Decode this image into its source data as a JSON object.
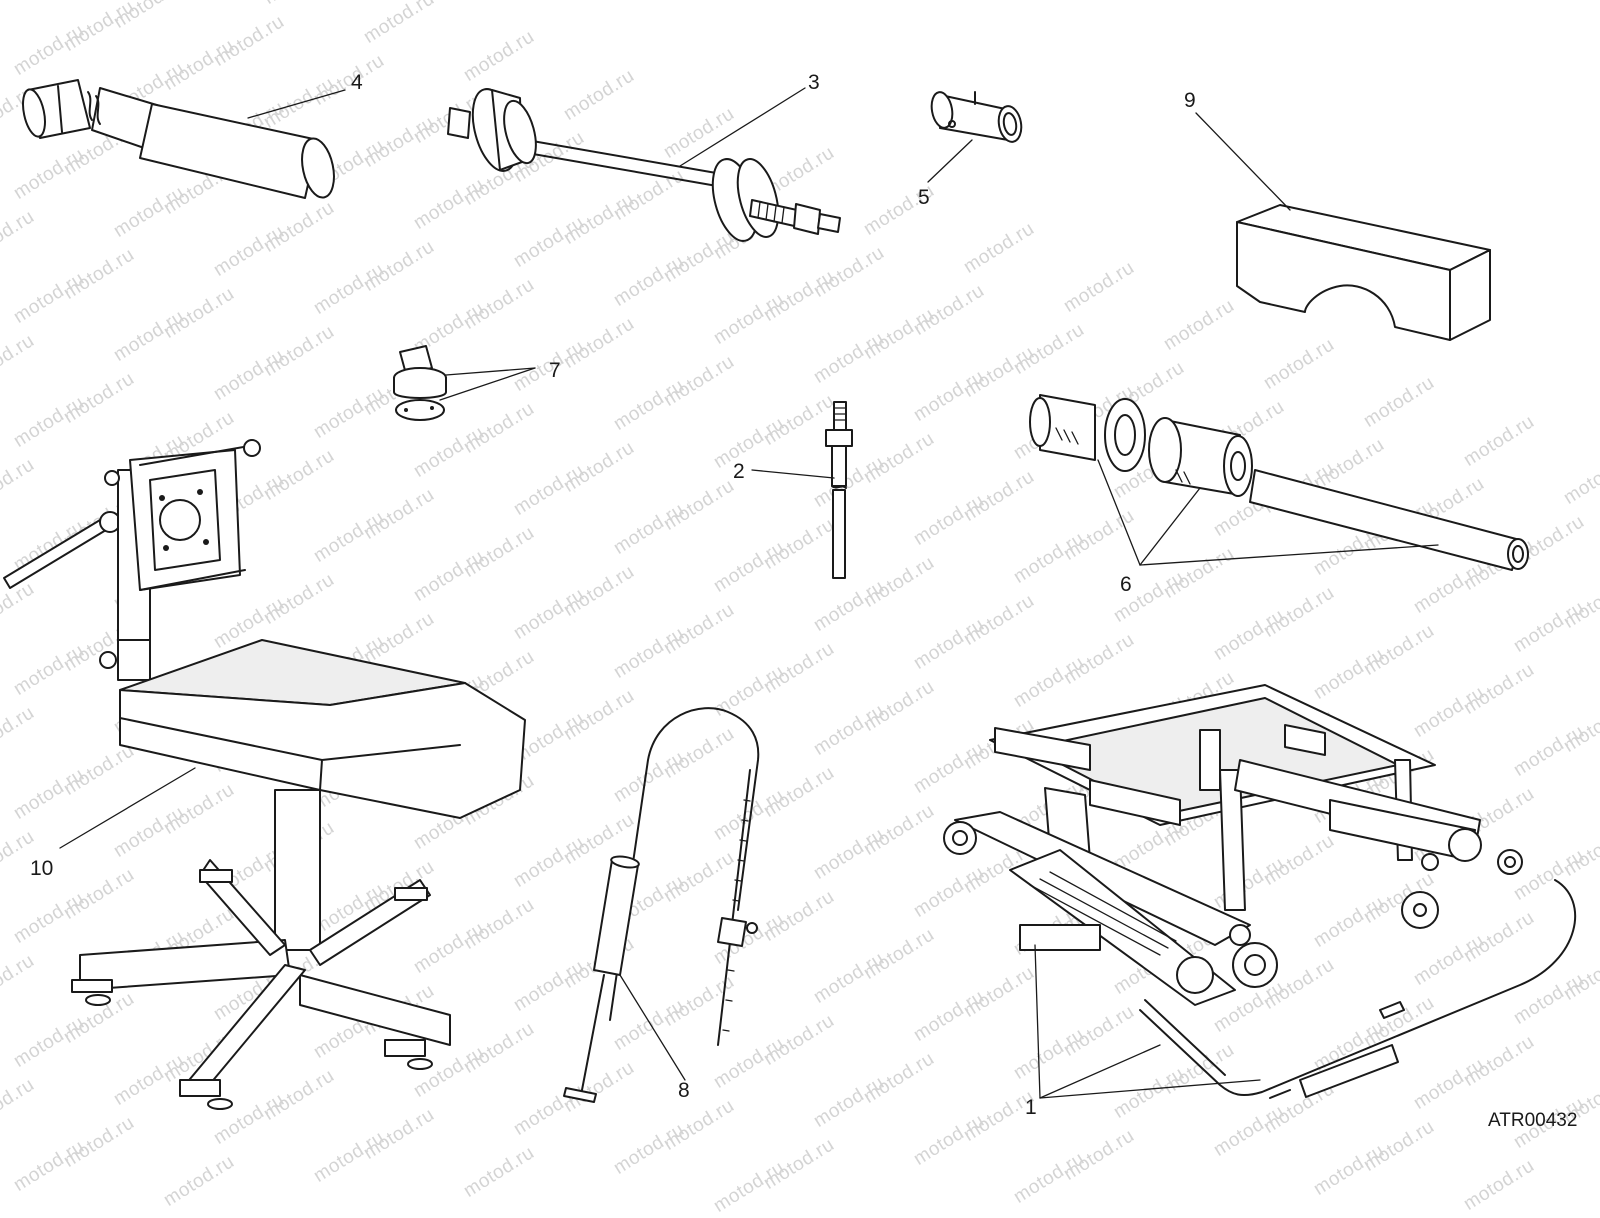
{
  "watermark": "motod.ru",
  "figure_code": "ATR00432",
  "callouts": [
    {
      "id": "4",
      "text": "4"
    },
    {
      "id": "3",
      "text": "3"
    },
    {
      "id": "5",
      "text": "5"
    },
    {
      "id": "9",
      "text": "9"
    },
    {
      "id": "7",
      "text": "7"
    },
    {
      "id": "2",
      "text": "2"
    },
    {
      "id": "6",
      "text": "6"
    },
    {
      "id": "10",
      "text": "10"
    },
    {
      "id": "8",
      "text": "8"
    },
    {
      "id": "1",
      "text": "1"
    }
  ],
  "colors": {
    "ink": "#1a1a1a",
    "watermark": "#d4d4d4",
    "background": "#ffffff"
  }
}
